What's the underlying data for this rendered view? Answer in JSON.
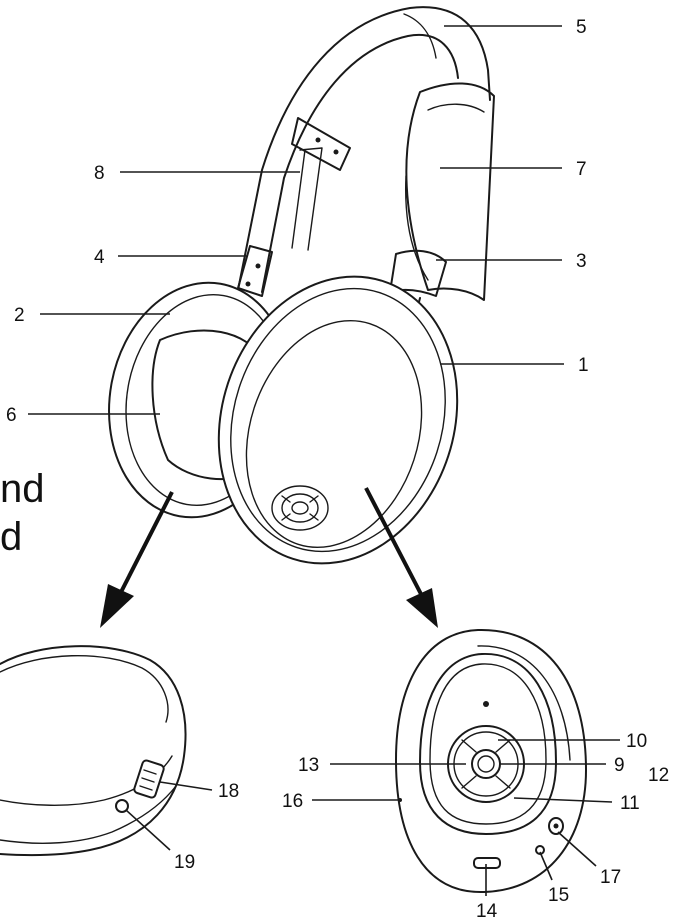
{
  "side_text": [
    "nd",
    "d"
  ],
  "callouts": {
    "c1": "1",
    "c2": "2",
    "c3": "3",
    "c4": "4",
    "c5": "5",
    "c6": "6",
    "c7": "7",
    "c8": "8",
    "c9": "9",
    "c10": "10",
    "c11": "11",
    "c12": "12",
    "c13": "13",
    "c14": "14",
    "c15": "15",
    "c16": "16",
    "c17": "17",
    "c18": "18",
    "c19": "19"
  }
}
